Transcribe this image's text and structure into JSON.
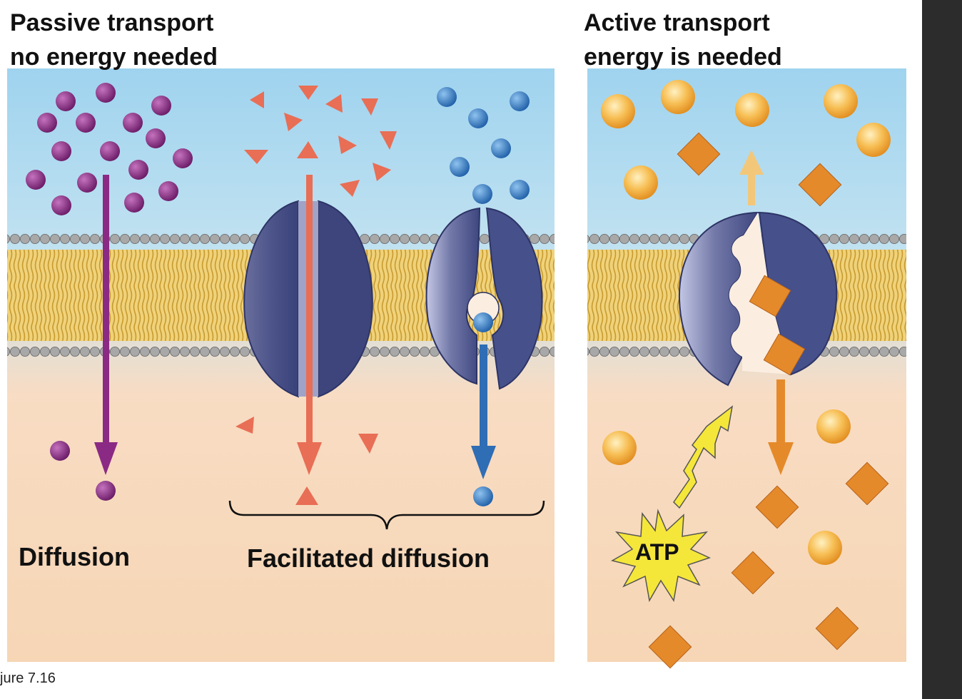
{
  "headings": {
    "passive_line1": "Passive transport",
    "passive_line2": "no energy needed",
    "active_line1": "Active transport",
    "active_line2": "energy is needed"
  },
  "labels": {
    "diffusion": "Diffusion",
    "facilitated": "Facilitated diffusion",
    "atp": "ATP"
  },
  "figure_caption": "jure 7.16",
  "colors": {
    "outside": "#a9d9f2",
    "inside": "#f8dcc0",
    "membrane": "#e9c55b",
    "head": "#a9a9a9",
    "protein": "#565f96",
    "diffusion_particle": "#8b2a84",
    "facilitated_channel_particle": "#e86e55",
    "carrier_particle": "#3d83c8",
    "active_sphere": "#f0a632",
    "active_square": "#e58a2a",
    "atp_burst": "#f5e63a"
  }
}
